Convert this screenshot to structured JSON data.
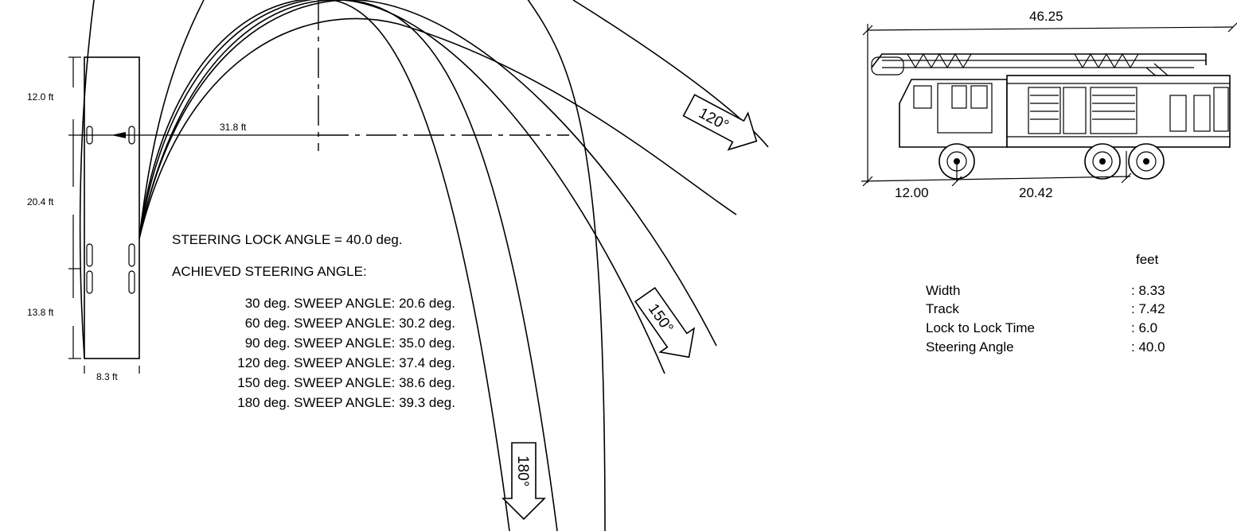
{
  "vehicle_plan": {
    "dims": [
      {
        "id": "front_overhang",
        "label": "12.0 ft"
      },
      {
        "id": "wheelbase",
        "label": "20.4 ft"
      },
      {
        "id": "rear_overhang",
        "label": "13.8 ft"
      },
      {
        "id": "width",
        "label": "8.3 ft"
      },
      {
        "id": "radius",
        "label": "31.8 ft"
      }
    ]
  },
  "notes": {
    "lock_angle": "STEERING LOCK ANGLE = 40.0 deg.",
    "achieved_heading": "ACHIEVED STEERING ANGLE:",
    "sweeps": [
      "30 deg. SWEEP ANGLE: 20.6 deg.",
      "60 deg. SWEEP ANGLE: 30.2 deg.",
      "90 deg. SWEEP ANGLE: 35.0 deg.",
      "120 deg. SWEEP ANGLE: 37.4 deg.",
      "150 deg. SWEEP ANGLE: 38.6 deg.",
      "180 deg. SWEEP ANGLE: 39.3 deg."
    ]
  },
  "arrows": [
    {
      "id": "arrow_120",
      "label": "120°"
    },
    {
      "id": "arrow_150",
      "label": "150°"
    },
    {
      "id": "arrow_180",
      "label": "180°"
    }
  ],
  "truck_elevation": {
    "overall_length": "46.25",
    "front_overhang": "12.00",
    "wheelbase": "20.42"
  },
  "specs": {
    "unit_header": "feet",
    "rows": [
      {
        "label": "Width",
        "value": ": 8.33"
      },
      {
        "label": "Track",
        "value": ": 7.42"
      },
      {
        "label": "Lock to Lock Time",
        "value": ": 6.0"
      },
      {
        "label": "Steering Angle",
        "value": ": 40.0"
      }
    ]
  }
}
